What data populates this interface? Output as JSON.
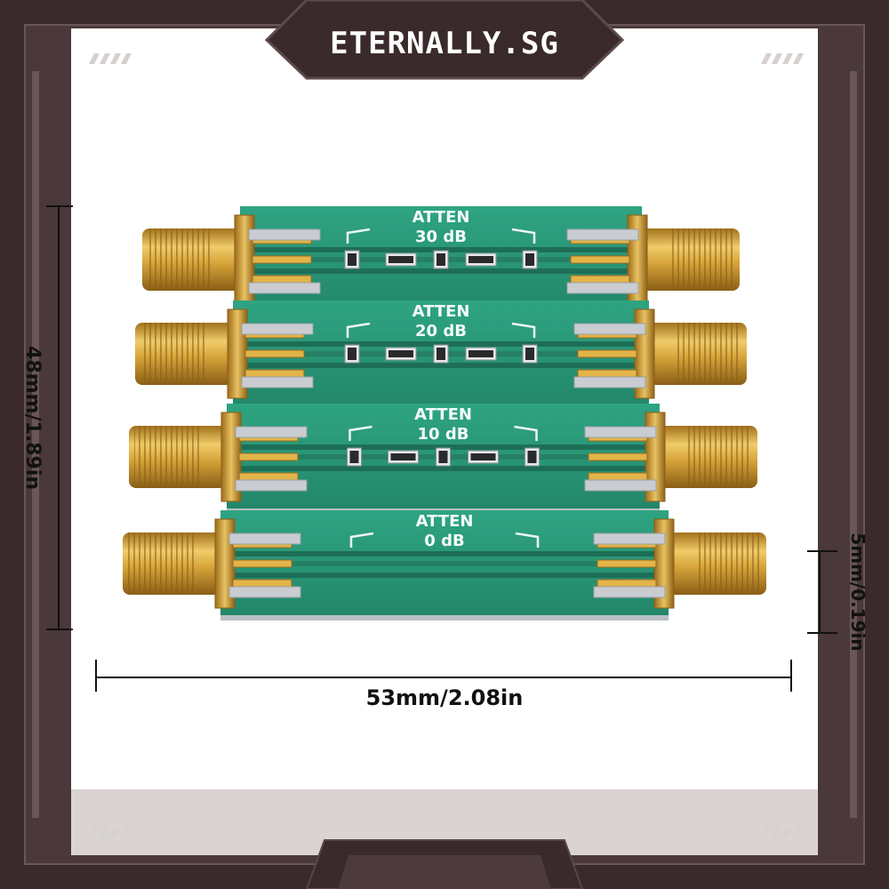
{
  "brand": {
    "name": "ETERNALLY.SG"
  },
  "attenuators": [
    {
      "label": "ATTEN",
      "value": "30 dB"
    },
    {
      "label": "ATTEN",
      "value": "20 dB"
    },
    {
      "label": "ATTEN",
      "value": "10 dB"
    },
    {
      "label": "ATTEN",
      "value": "0 dB"
    }
  ],
  "dimensions": {
    "width": "53mm/2.08in",
    "height": "48mm/1.89in",
    "thickness": "5mm/0.19in"
  },
  "colors": {
    "frame": "#3a2a2c",
    "pcb": "#2e9c7c",
    "gold": "#d4a53a",
    "silver": "#c8ccd0"
  }
}
